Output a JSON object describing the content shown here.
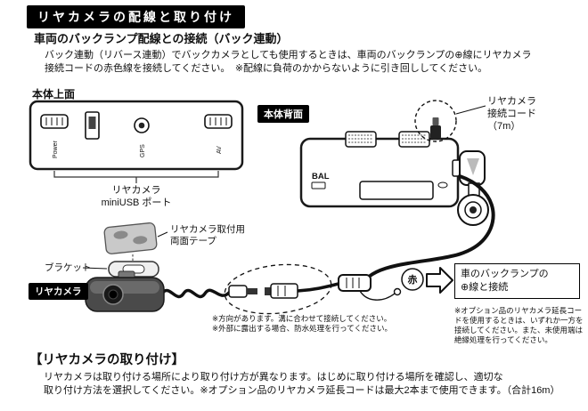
{
  "header": {
    "title": "リヤカメラの配線と取り付け",
    "subtitle": "車両のバックランプ配線との接続（バック連動）",
    "intro_line1": "バック連動（リバース連動）でバックカメラとしても使用するときは、車両のバックランプの⊕線にリヤカメラ",
    "intro_line2": "接続コードの赤色線を接続してください。　※配線に負荷のかからないように引き回ししてください。"
  },
  "diagram": {
    "top_view_label": "本体上面",
    "rear_view_label": "本体背面",
    "ports": {
      "power": "Power",
      "gps": "GPS",
      "av": "AV"
    },
    "brand": "BAL",
    "miniusb_label_line1": "リヤカメラ",
    "miniusb_label_line2": "miniUSB ポート",
    "cord_label_line1": "リヤカメラ",
    "cord_label_line2": "接続コード",
    "cord_label_line3": "（7m）",
    "tape_label_line1": "リヤカメラ取付用",
    "tape_label_line2": "両面テープ",
    "bracket_label": "ブラケット",
    "camera_label": "リヤカメラ",
    "red_wire_label": "赤",
    "backlamp_box_line1": "車のバックランプの",
    "backlamp_box_line2": "⊕線と接続",
    "note_direction": "※方向があります。溝に合わせて接続してください。",
    "note_waterproof": "※外部に露出する場合、防水処理を行ってください。",
    "note_option": "※オプション品のリヤカメラ延長コードを使用するときは、いずれか一方を接続してください。また、未使用端は絶縁処理を行ってください。"
  },
  "install": {
    "heading": "【リヤカメラの取り付け】",
    "body_line1": "リヤカメラは取り付ける場所により取り付け方が異なります。はじめに取り付ける場所を確認し、適切な",
    "body_line2": "取り付け方法を選択してください。※オプション品のリヤカメラ延長コードは最大2本まで使用できます。（合計16m）"
  },
  "colors": {
    "badge_bg": "#000000",
    "text": "#111111"
  }
}
